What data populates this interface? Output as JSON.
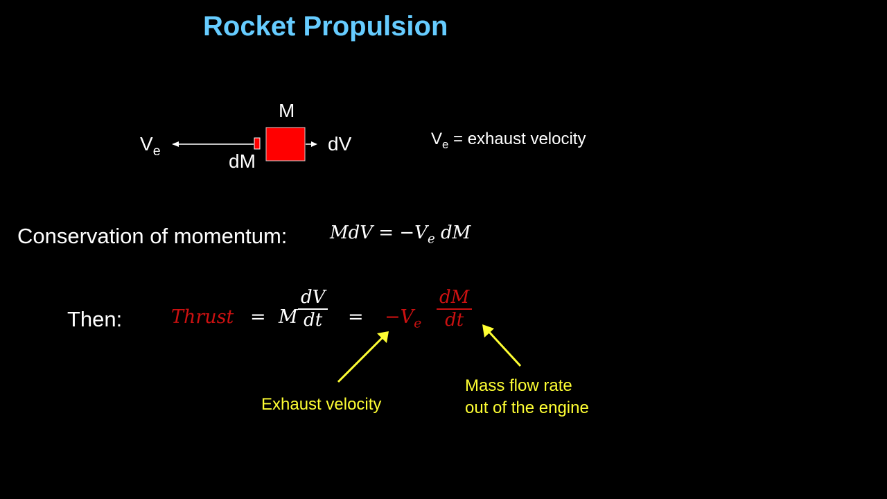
{
  "title": "Rocket Propulsion",
  "diagram": {
    "mass_label": "M",
    "exhaust_vel_main": "V",
    "exhaust_vel_sub": "e",
    "dm_label": "dM",
    "dv_label": "dV",
    "definition_main": "V",
    "definition_sub": "e",
    "definition_rest": " = exhaust velocity",
    "block_color": "#ff0000"
  },
  "momentum": {
    "label": "Conservation of momentum:",
    "lhs": "MdV",
    "eq": " = −V",
    "sub": "e",
    "rhs": " dM"
  },
  "thrust": {
    "label": "Then:",
    "thrust_word": "Thrust",
    "eq1": "=",
    "M": "M",
    "frac1_num": "dV",
    "frac1_den": "dt",
    "eq2": "=",
    "neg_ve_main": "−V",
    "neg_ve_sub": "e",
    "frac2_num": "dM",
    "frac2_den": "dt",
    "highlight_color": "#cc1111"
  },
  "annotations": {
    "exhaust_velocity": "Exhaust velocity",
    "mass_flow_line1": "Mass flow rate",
    "mass_flow_line2": "out of the engine",
    "color": "#ffff33"
  }
}
